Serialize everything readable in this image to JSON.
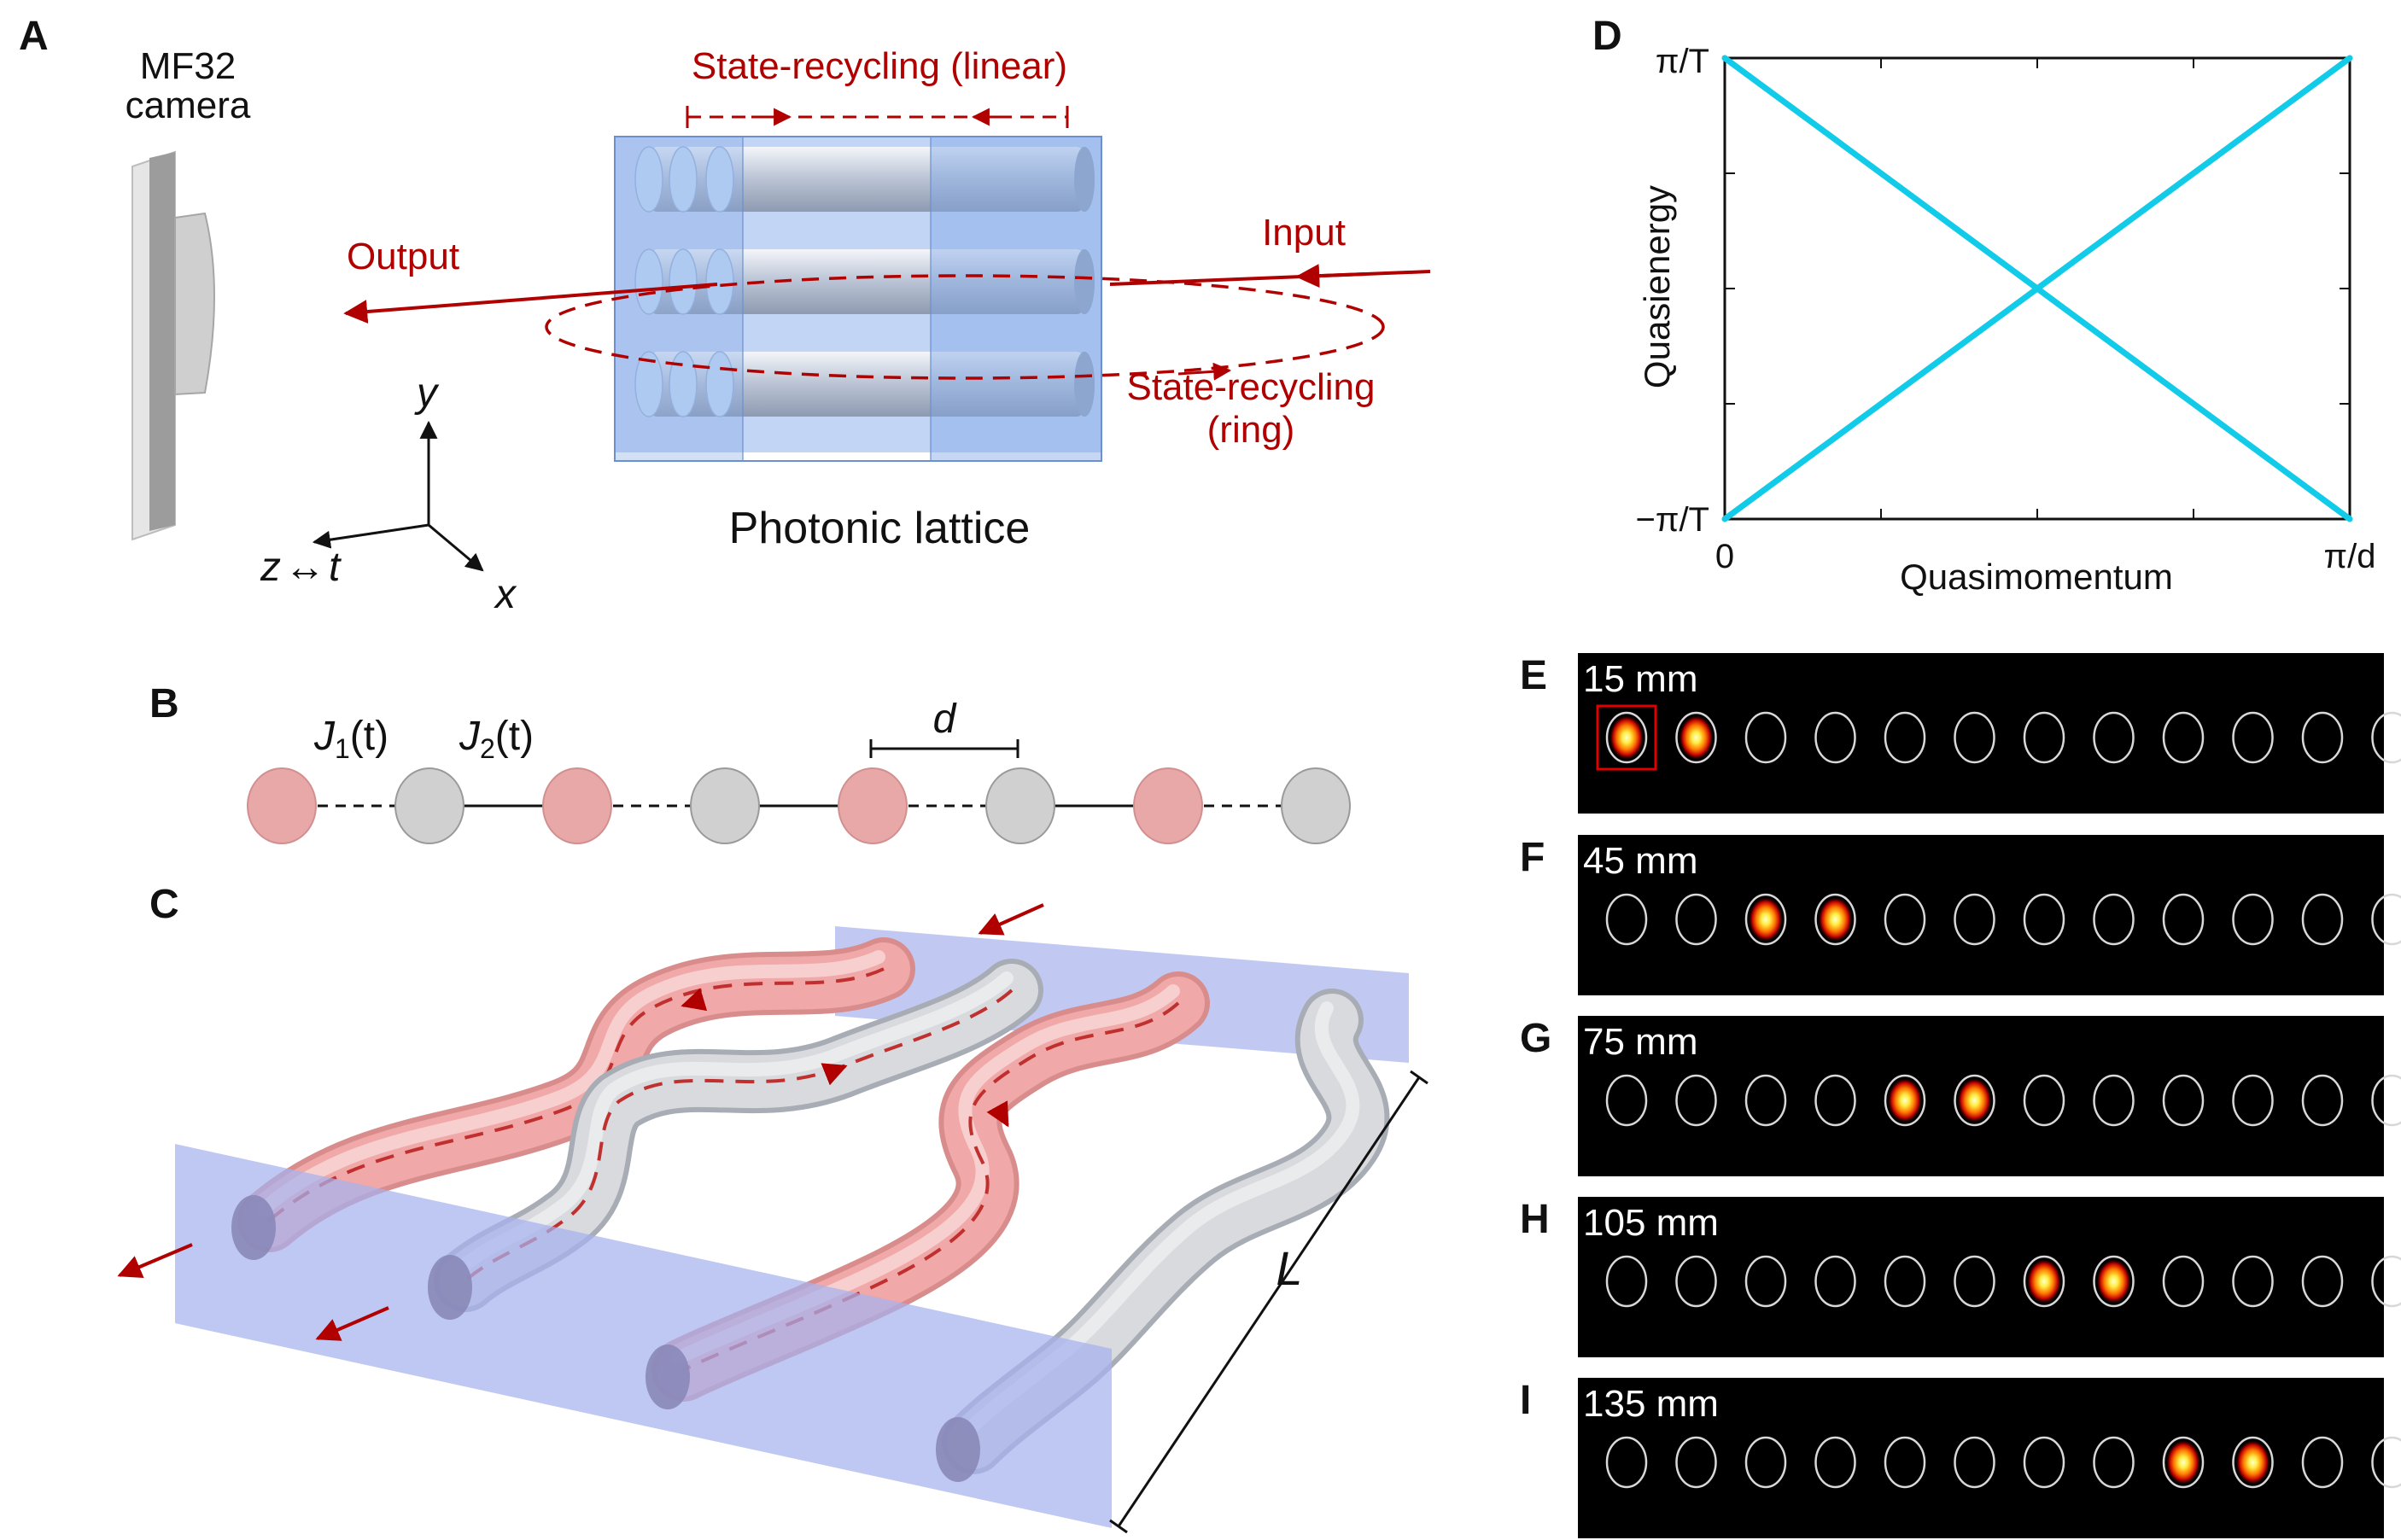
{
  "panels": {
    "a": {
      "label": "A",
      "camera_line1": "MF32",
      "camera_line2": "camera",
      "linear_label": "State-recycling (linear)",
      "output_label": "Output",
      "input_label": "Input",
      "ring_label_line1": "State-recycling",
      "ring_label_line2": "(ring)",
      "lattice_label": "Photonic lattice",
      "axis_y": "y",
      "axis_z": "z",
      "axis_arrow": "↔",
      "axis_t": "t",
      "axis_x": "x"
    },
    "b": {
      "label": "B",
      "j1": "J",
      "j1_sub": "1",
      "j1_arg": "(t)",
      "j2": "J",
      "j2_sub": "2",
      "j2_arg": "(t)",
      "d_label": "d",
      "sites": [
        "pink",
        "gray",
        "pink",
        "gray",
        "pink",
        "gray",
        "pink",
        "gray"
      ]
    },
    "c": {
      "label": "C",
      "length_label": "L"
    },
    "d": {
      "label": "D",
      "y_top": "π/T",
      "y_bottom": "−π/T",
      "x_left": "0",
      "x_right": "π/d",
      "ylabel": "Quasienergy",
      "xlabel": "Quasimomentum"
    },
    "snapshots": [
      {
        "label": "E",
        "distance": "15 mm",
        "lit": [
          0,
          1
        ],
        "highlight": 0
      },
      {
        "label": "F",
        "distance": "45 mm",
        "lit": [
          2,
          3
        ]
      },
      {
        "label": "G",
        "distance": "75 mm",
        "lit": [
          4,
          5
        ]
      },
      {
        "label": "H",
        "distance": "105 mm",
        "lit": [
          6,
          7
        ]
      },
      {
        "label": "I",
        "distance": "135 mm",
        "lit": [
          8,
          9
        ]
      }
    ],
    "snapshot_sites": 12
  },
  "chart_data": {
    "type": "line",
    "xlabel": "Quasimomentum",
    "ylabel": "Quasienergy",
    "x_ticks": [
      "0",
      "π/d"
    ],
    "y_ticks": [
      "−π/T",
      "π/T"
    ],
    "xlim": [
      0,
      1
    ],
    "ylim": [
      -1,
      1
    ],
    "series": [
      {
        "x": [
          0,
          1
        ],
        "y": [
          1,
          -1
        ]
      },
      {
        "x": [
          0,
          1
        ],
        "y": [
          -1,
          1
        ]
      }
    ],
    "color": "#12cbe8"
  },
  "colors": {
    "accent_red": "#b00000",
    "lattice_blue": "#7fa6e6",
    "pink_site": "#e8a8a8",
    "gray_site": "#d0d0d0",
    "band": "#12cbe8"
  }
}
